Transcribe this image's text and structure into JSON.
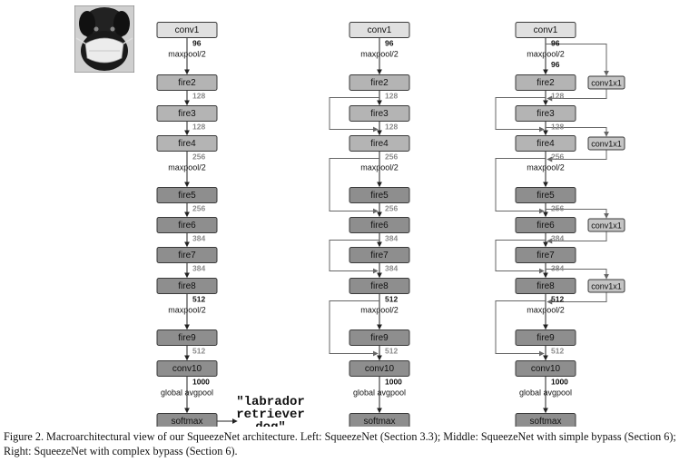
{
  "colors": {
    "light": "#e0e0e0",
    "mid": "#b4b4b4",
    "dark": "#8e8e8e",
    "outline": "#3a3a3a",
    "conv1x1": "#c4c4c4",
    "grey_text": "#8a8a8a",
    "black_text": "#111111"
  },
  "input_image": {
    "icon": "dog-with-mask-photo"
  },
  "output_label": [
    "\"labrador",
    "retriever",
    "dog\""
  ],
  "columns": [
    {
      "name": "left-squeezenet",
      "layers": [
        {
          "label": "conv1",
          "shade": "light"
        },
        {
          "label": "fire2",
          "shade": "mid"
        },
        {
          "label": "fire3",
          "shade": "mid"
        },
        {
          "label": "fire4",
          "shade": "mid"
        },
        {
          "label": "fire5",
          "shade": "dark"
        },
        {
          "label": "fire6",
          "shade": "dark"
        },
        {
          "label": "fire7",
          "shade": "dark"
        },
        {
          "label": "fire8",
          "shade": "dark"
        },
        {
          "label": "fire9",
          "shade": "dark"
        },
        {
          "label": "conv10",
          "shade": "dark"
        },
        {
          "label": "softmax",
          "shade": "dark"
        }
      ]
    },
    {
      "name": "middle-simple-bypass",
      "layers": [
        {
          "label": "conv1",
          "shade": "light"
        },
        {
          "label": "fire2",
          "shade": "mid"
        },
        {
          "label": "fire3",
          "shade": "mid"
        },
        {
          "label": "fire4",
          "shade": "mid"
        },
        {
          "label": "fire5",
          "shade": "dark"
        },
        {
          "label": "fire6",
          "shade": "dark"
        },
        {
          "label": "fire7",
          "shade": "dark"
        },
        {
          "label": "fire8",
          "shade": "dark"
        },
        {
          "label": "fire9",
          "shade": "dark"
        },
        {
          "label": "conv10",
          "shade": "dark"
        },
        {
          "label": "softmax",
          "shade": "dark"
        }
      ]
    },
    {
      "name": "right-complex-bypass",
      "layers": [
        {
          "label": "conv1",
          "shade": "light"
        },
        {
          "label": "fire2",
          "shade": "mid"
        },
        {
          "label": "fire3",
          "shade": "mid"
        },
        {
          "label": "fire4",
          "shade": "mid"
        },
        {
          "label": "fire5",
          "shade": "dark"
        },
        {
          "label": "fire6",
          "shade": "dark"
        },
        {
          "label": "fire7",
          "shade": "dark"
        },
        {
          "label": "fire8",
          "shade": "dark"
        },
        {
          "label": "fire9",
          "shade": "dark"
        },
        {
          "label": "conv10",
          "shade": "dark"
        },
        {
          "label": "softmax",
          "shade": "dark"
        }
      ]
    }
  ],
  "edge_annotations": [
    {
      "num": "96",
      "tone": "black",
      "sub": "maxpool/2"
    },
    {
      "num": "128",
      "tone": "grey",
      "sub": ""
    },
    {
      "num": "128",
      "tone": "grey",
      "sub": ""
    },
    {
      "num": "256",
      "tone": "grey",
      "sub": "maxpool/2"
    },
    {
      "num": "256",
      "tone": "grey",
      "sub": ""
    },
    {
      "num": "384",
      "tone": "grey",
      "sub": ""
    },
    {
      "num": "384",
      "tone": "grey",
      "sub": ""
    },
    {
      "num": "512",
      "tone": "black",
      "sub": "maxpool/2"
    },
    {
      "num": "512",
      "tone": "grey",
      "sub": ""
    },
    {
      "num": "1000",
      "tone": "black",
      "sub": "global avgpool"
    }
  ],
  "complex_extra_annotation": {
    "num": "96",
    "tone": "black"
  },
  "simple_bypass_around": [
    "fire3",
    "fire5",
    "fire7",
    "fire9"
  ],
  "conv1x1_label": "conv1x1",
  "conv1x1_positions": [
    "fire2",
    "fire4",
    "fire6",
    "fire8"
  ],
  "caption": "Figure 2. Macroarchitectural view of our SqueezeNet architecture. Left: SqueezeNet (Section 3.3); Middle: SqueezeNet with simple bypass (Section 6); Right: SqueezeNet with complex bypass (Section 6)."
}
